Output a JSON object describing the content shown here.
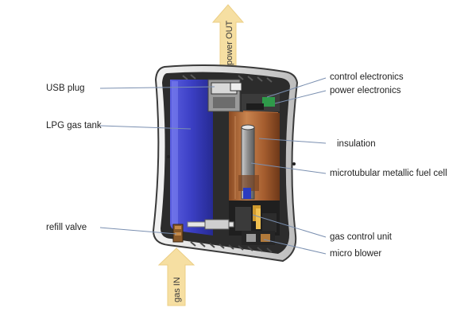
{
  "diagram": {
    "arrows": {
      "top_label": "power OUT",
      "bottom_label": "gas IN"
    },
    "labels_left": {
      "usb_plug": "USB plug",
      "lpg_tank": "LPG gas tank",
      "refill_valve": "refill valve"
    },
    "labels_right": {
      "control_electronics": "control electronics",
      "power_electronics": "power electronics",
      "insulation": "insulation",
      "fuel_cell": "microtubular metallic fuel cell",
      "gas_control": "gas control unit",
      "micro_blower": "micro blower"
    },
    "colors": {
      "arrow_fill": "#f6dfa2",
      "tank_blue": "#3b3fc4",
      "insulation_copper": "#b26a3a",
      "leader_line": "#7a8fb0",
      "pcb_green": "#2f9a4a"
    }
  }
}
